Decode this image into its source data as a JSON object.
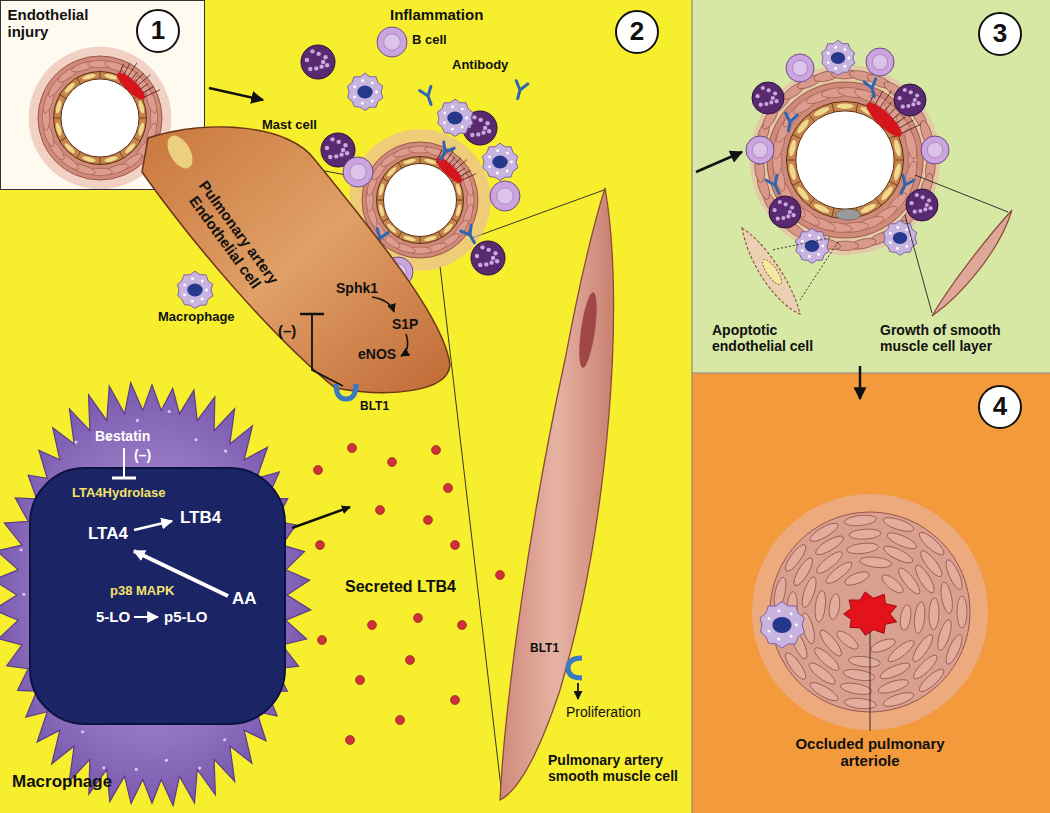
{
  "diagram": {
    "nodes": [
      {
        "text": [
          "Endothelial injury"
        ]
      },
      {
        "text": [
          "1"
        ],
        "in": 0
      },
      {
        "text": [
          "Inflammation"
        ]
      },
      {
        "text": [
          "2"
        ],
        "in": 2
      },
      {
        "text": [
          "Pulmonary artery Endothelial cell",
          "Sphk1",
          "S1P",
          "eNOS",
          "(–)"
        ],
        "in": 2
      },
      {
        "text": [
          "Bestatin",
          "(–)",
          "Macrophage"
        ],
        "in": 2
      },
      {
        "text": [
          "LTA4Hydrolase",
          "LTA4",
          "LTB4",
          "p38 MAPK",
          "5-LO",
          "p5-LO",
          "AA"
        ],
        "in": 5
      },
      {
        "text": [
          "Pulmonary artery smooth muscle cell"
        ],
        "in": 2
      },
      {
        "text": [
          "Apoptotic endothelial cell",
          "Growth of smooth muscle cell layer"
        ]
      },
      {
        "text": [
          "3"
        ],
        "in": 8
      },
      {
        "text": [
          "Occluded pulmonary arteriole"
        ]
      },
      {
        "text": [
          "4"
        ],
        "in": 10
      }
    ],
    "edges": [
      {
        "from": 0,
        "to": 2,
        "arrow": "to"
      },
      {
        "from": 2,
        "to": 8,
        "arrow": "to"
      },
      {
        "from": 8,
        "to": 10,
        "arrow": "to"
      }
    ],
    "labels": [
      "B cell",
      "Antibody",
      "Mast cell",
      "Macrophage",
      "BLT1",
      "Secreted LTB4",
      "BLT1",
      "Proliferation"
    ]
  }
}
